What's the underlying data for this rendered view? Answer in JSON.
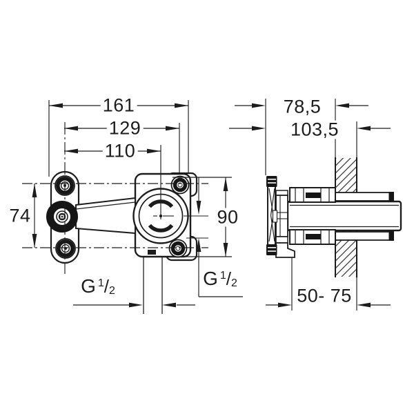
{
  "dims": {
    "d161": "161",
    "d129": "129",
    "d110": "110",
    "d74": "74",
    "d90": "90",
    "d78_5": "78,5",
    "d103_5": "103,5",
    "d50_75": "50- 75"
  },
  "thread": {
    "letter": "G",
    "numerator": "1",
    "slash": "/",
    "denominator": "2"
  },
  "meta": {
    "drawing_type": "installation dimensional drawing",
    "views": [
      "front view",
      "side section view"
    ],
    "line_color": "#1c1c1c",
    "background": "#ffffff"
  }
}
